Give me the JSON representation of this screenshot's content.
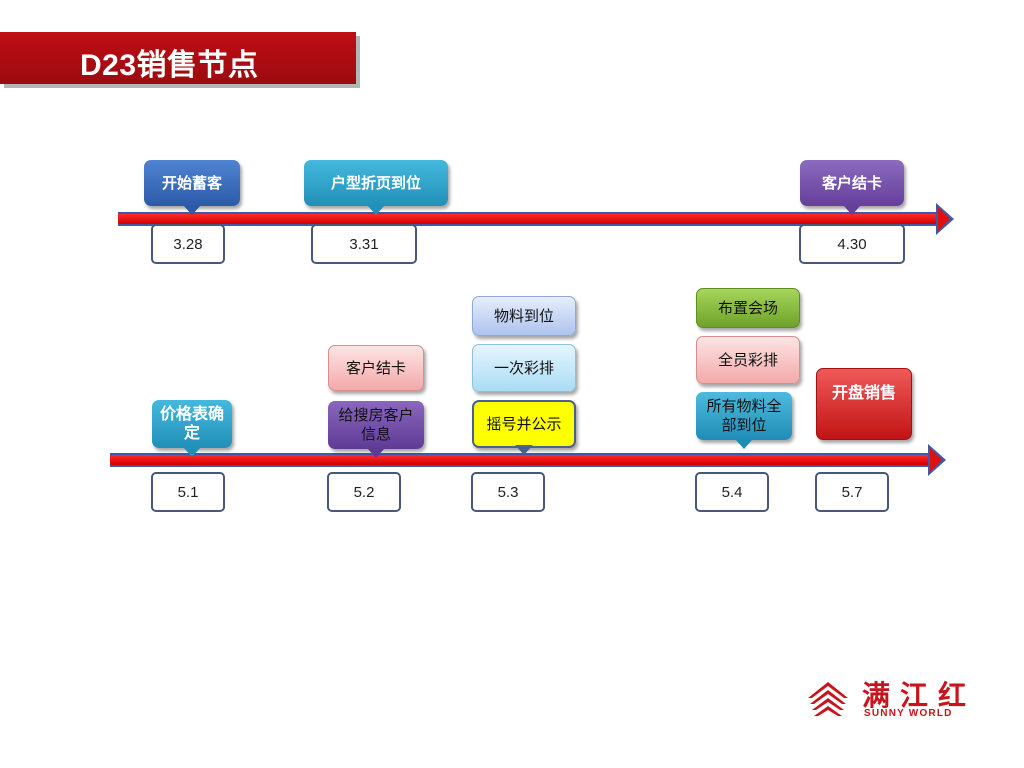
{
  "title": "D23销售节点",
  "timeline_top": {
    "events": [
      {
        "label": "开始蓄客",
        "date": "3.28",
        "color": "blue"
      },
      {
        "label": "户型折页到位",
        "date": "3.31",
        "color": "teal"
      },
      {
        "label": "客户结卡",
        "date": "4.30",
        "color": "purple"
      }
    ]
  },
  "timeline_bottom": {
    "dates": [
      "5.1",
      "5.2",
      "5.3",
      "5.4",
      "5.7"
    ],
    "events": {
      "d51": {
        "main": "价格表确定"
      },
      "d52": {
        "main": "给搜房客户信息",
        "above": "客户结卡"
      },
      "d53": {
        "main": "摇号并公示",
        "above": [
          "一次彩排",
          "物料到位"
        ]
      },
      "d54": {
        "main": "所有物料全部到位",
        "above": [
          "全员彩排",
          "布置会场"
        ]
      },
      "d57": {
        "main": "开盘销售"
      }
    }
  },
  "logo": {
    "cn": "满江红",
    "en": "SUNNY WORLD"
  },
  "colors": {
    "banner": "#b00d12",
    "arrow": "#e01010",
    "arrow_border": "#3d5aa8",
    "logo": "#c8141c"
  }
}
